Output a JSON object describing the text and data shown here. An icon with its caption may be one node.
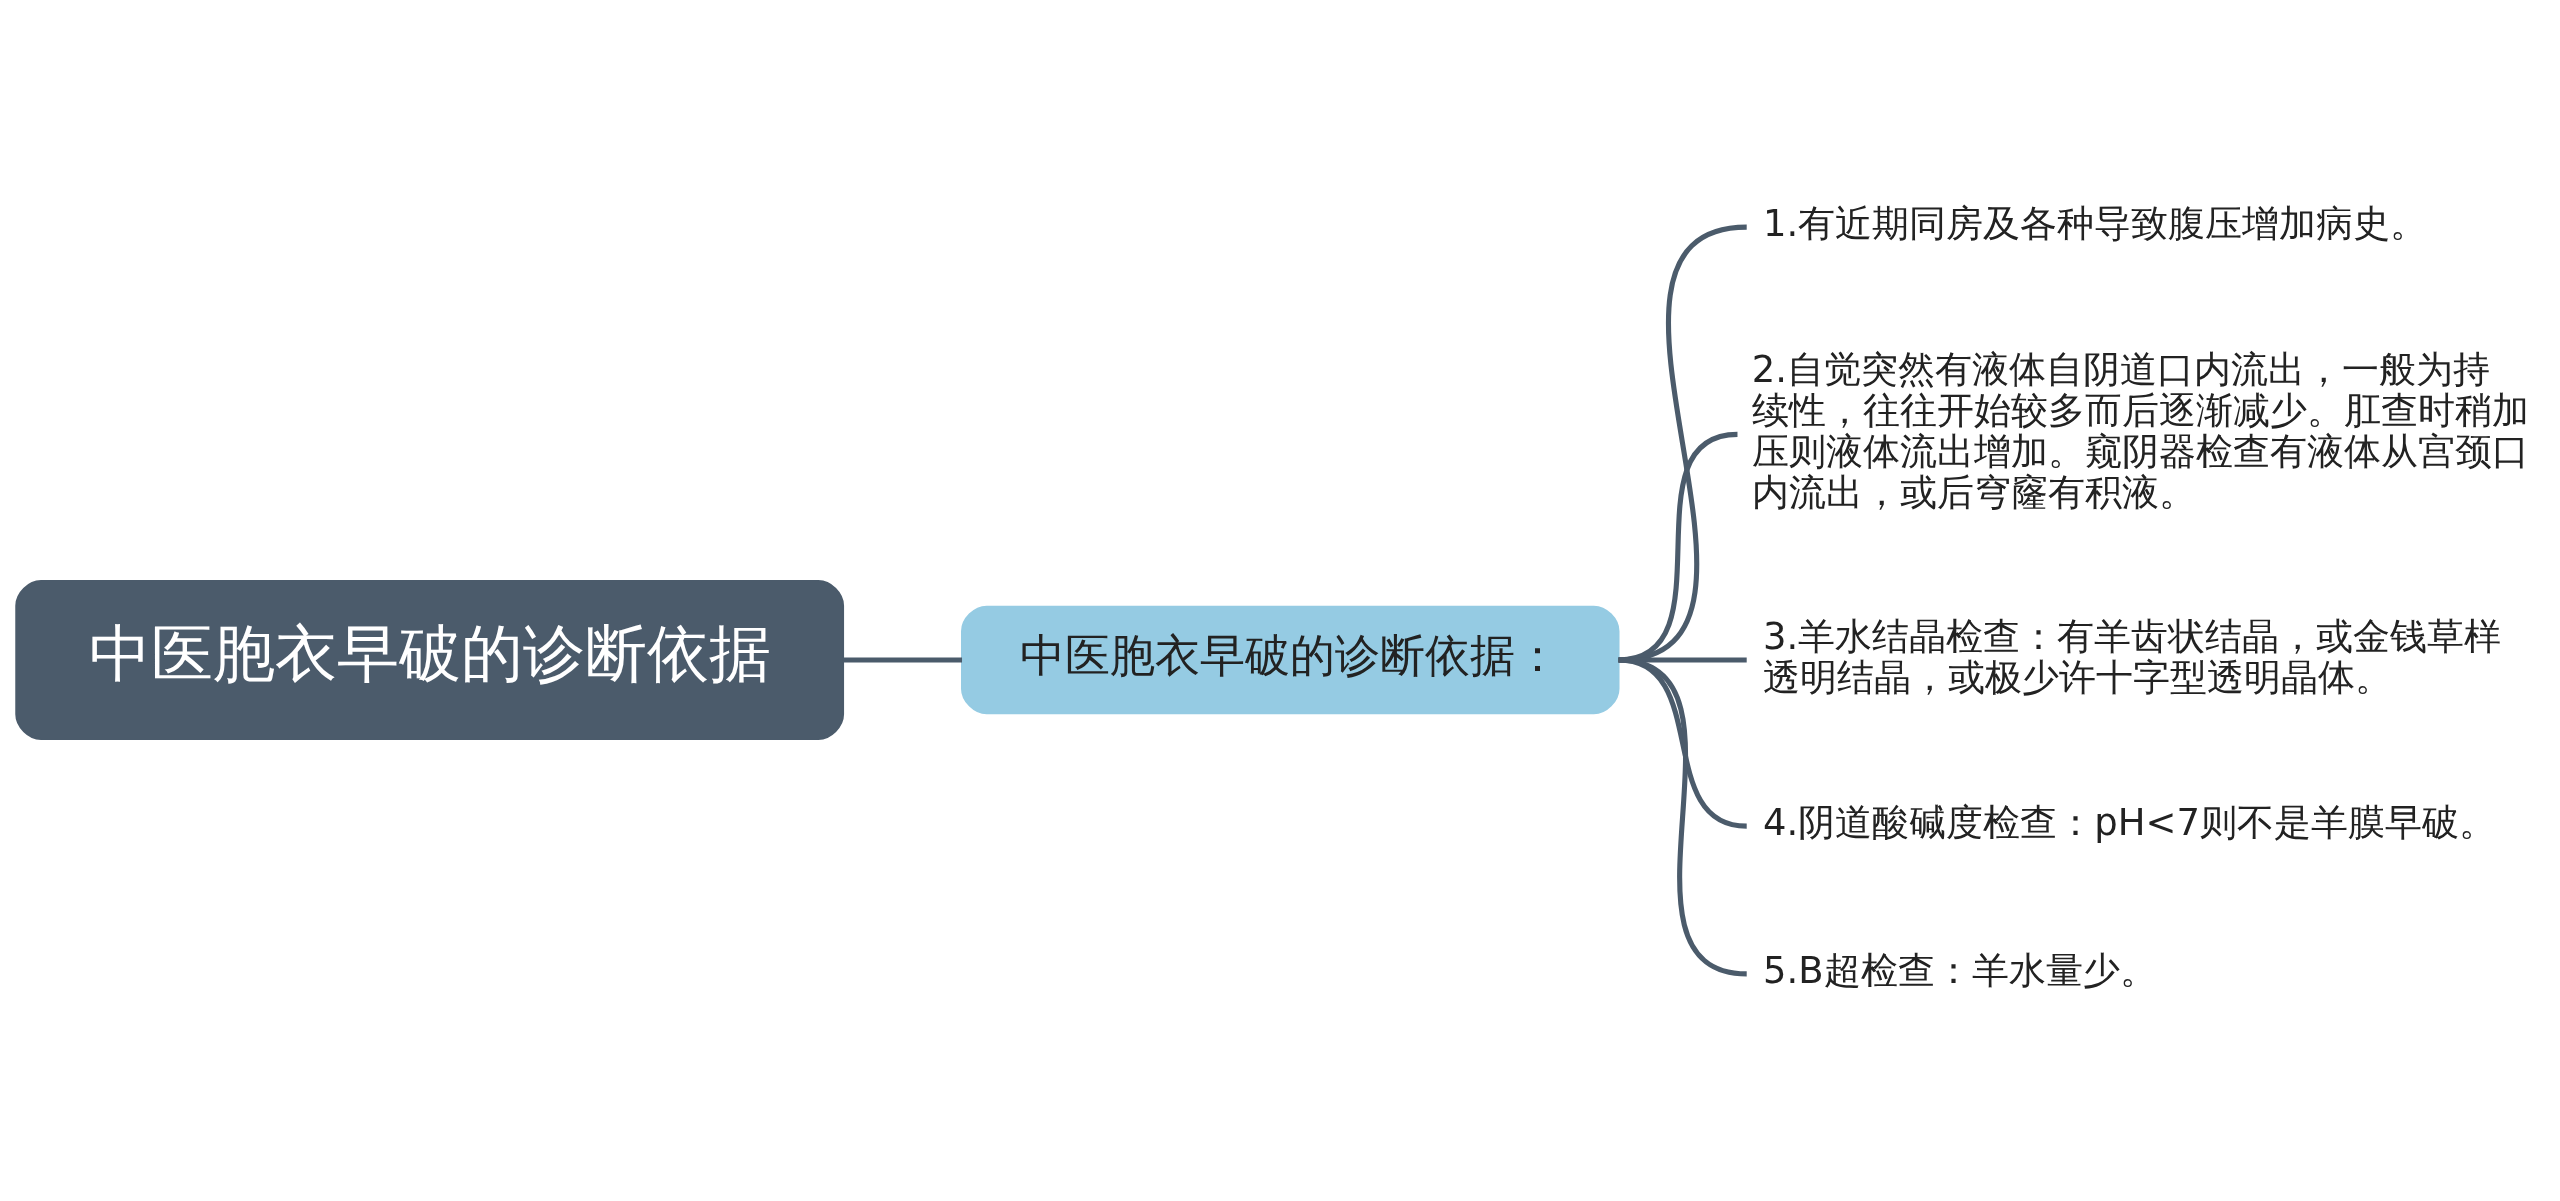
{
  "diagram": {
    "nodes": [
      {
        "text": [
          "中医胞衣早破的诊断依据"
        ]
      },
      {
        "text": [
          "中医胞衣早破的诊断依据："
        ]
      },
      {
        "text": [
          "1.有近期同房及各种导致腹压增加病史。"
        ]
      },
      {
        "text": [
          "2.自觉突然有液体自阴道口内流出，一般为持续性，往往开始较多而后逐渐减少。肛查时稍加压则液体流出增加。窥阴器检查有液体从宫颈口内流出，或后穹窿有积液。"
        ]
      },
      {
        "text": [
          "3.羊水结晶检查：有羊齿状结晶，或金钱草样透明结晶，或极少许十字型透明晶体。"
        ]
      },
      {
        "text": [
          "4.阴道酸碱度检查：pH<7则不是羊膜早破。"
        ]
      },
      {
        "text": [
          "5.B超检查：羊水量少。"
        ]
      }
    ],
    "edges": [
      {
        "from": 0,
        "to": 1,
        "arrow": "none"
      },
      {
        "from": 1,
        "to": 2,
        "arrow": "none"
      },
      {
        "from": 1,
        "to": 3,
        "arrow": "none"
      },
      {
        "from": 1,
        "to": 4,
        "arrow": "none"
      },
      {
        "from": 1,
        "to": 5,
        "arrow": "none"
      },
      {
        "from": 1,
        "to": 6,
        "arrow": "none"
      }
    ]
  }
}
